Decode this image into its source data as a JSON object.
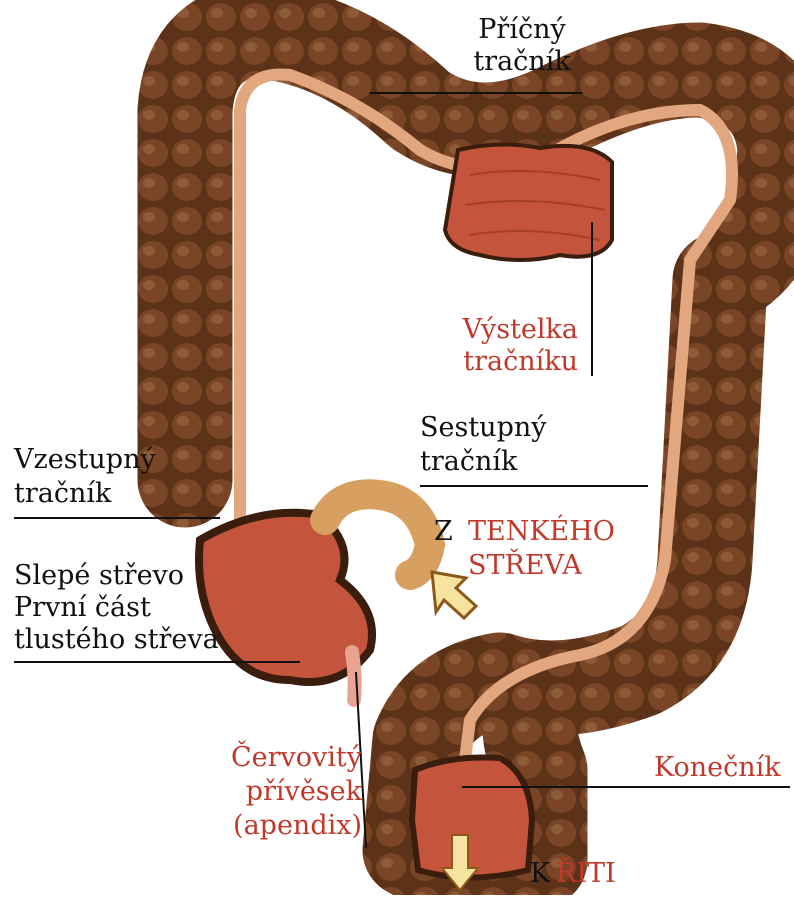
{
  "labels": {
    "pricny_1": "Příčný",
    "pricny_2": "tračník",
    "vystelka_1": "Výstelka",
    "vystelka_2": "tračníku",
    "sestupny_1": "Sestupný",
    "sestupny_2": "tračník",
    "vzestupny_1": "Vzestupný",
    "vzestupny_2": "tračník",
    "slepe_1": "Slepé střevo",
    "slepe_2": "První část",
    "slepe_3": "tlustého střeva",
    "z_letter": "Z",
    "tenkeho_1": "TENKÉHO",
    "tenkeho_2": "STŘEVA",
    "cervovity_1": "Červovitý",
    "cervovity_2": "přívěsek",
    "cervovity_3": "(apendix)",
    "konecnik": "Konečník",
    "k_letter": "K",
    "riti": "ŘITI"
  },
  "colors": {
    "colon_wall": "#5c3218",
    "colon_dark": "#3a1d0c",
    "lumen": "#e2a77e",
    "lining": "#c4553c",
    "arrow_fill": "#f7e3a1",
    "red_label": "#c0392b"
  }
}
